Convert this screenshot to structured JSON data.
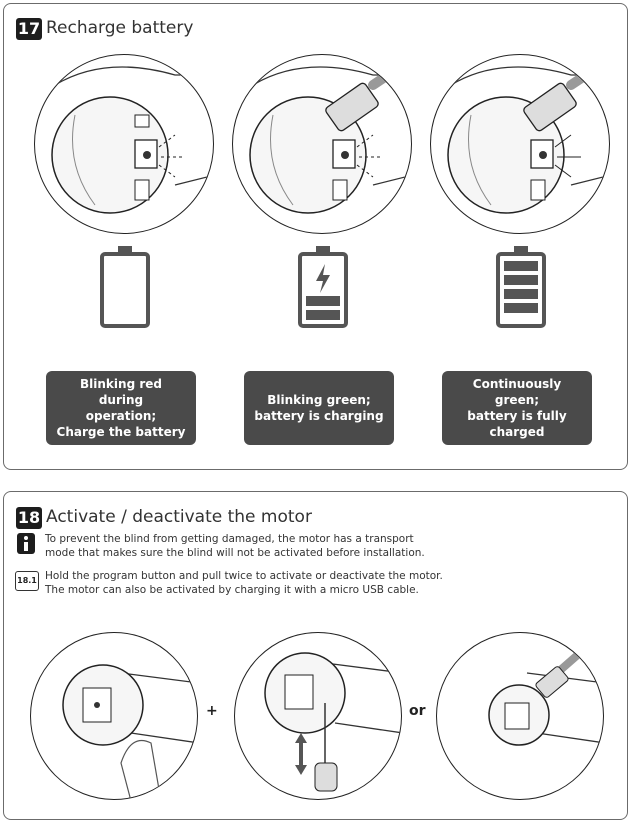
{
  "step17": {
    "number": "17",
    "title": "Recharge battery",
    "states": [
      {
        "label": "Blinking red during\noperation;\nCharge the battery",
        "battery": "empty"
      },
      {
        "label": "Blinking green;\nbattery is charging",
        "battery": "charging"
      },
      {
        "label": "Continuously green;\nbattery is fully charged",
        "battery": "full"
      }
    ]
  },
  "step18": {
    "number": "18",
    "title": "Activate / deactivate the motor",
    "info_text_1": "To prevent the blind from getting damaged, the motor has a transport",
    "info_text_2": "mode that makes sure the blind will not be activated before installation.",
    "sub_number": "18.1",
    "sub_text_1": "Hold the program button and pull twice to activate or deactivate the motor.",
    "sub_text_2": "The motor can also be activated by charging it with a micro USB cable.",
    "plus": "+",
    "or": "or"
  }
}
